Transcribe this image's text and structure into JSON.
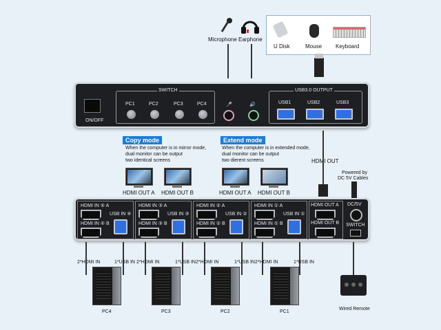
{
  "top_devices": {
    "microphone": "Microphone",
    "earphone": "Earphone",
    "udisk": "U Disk",
    "mouse": "Mouse",
    "keyboard": "Keyboard"
  },
  "front_panel": {
    "switch_title": "SWITCH",
    "pc_buttons": [
      "PC1",
      "PC2",
      "PC3",
      "PC4"
    ],
    "power": "ON/OFF",
    "usb_title": "USB3.0 OUTPUT",
    "usb_ports": [
      "USB1",
      "USB2",
      "USB3"
    ]
  },
  "copy_mode": {
    "title": "Copy mode",
    "desc": [
      "When the computer is in mirror mode,",
      "dual monitor can be output",
      "two identical screens"
    ],
    "out_a": "HDMI OUT A",
    "out_b": "HDMI OUT B"
  },
  "extend_mode": {
    "title": "Extend mode",
    "desc": [
      "When the computer is in extended mode,",
      "dual monitor can be output",
      "two dierent screens"
    ],
    "out_a": "HDMI OUT A",
    "out_b": "HDMI OUT B"
  },
  "hdmi_out_label": "HDMI OUT",
  "power_label": [
    "Powered by",
    "DC 5V Cables"
  ],
  "back_panel": {
    "groups": [
      {
        "a": "HDMI IN ④ A",
        "b": "HDMI IN ④ B",
        "usb": "USB IN ④"
      },
      {
        "a": "HDMI IN ③ A",
        "b": "HDMI IN ③ B",
        "usb": "USB IN ③"
      },
      {
        "a": "HDMI IN ② A",
        "b": "HDMI IN ② B",
        "usb": "USB IN ②"
      },
      {
        "a": "HDMI IN ① A",
        "b": "HDMI IN ① B",
        "usb": "USB IN ①"
      }
    ],
    "out_a": "HDMI OUT A",
    "out_b": "HDMI OUT B",
    "dc": "DC/5V",
    "switch": "SWITCH"
  },
  "pcs": [
    {
      "name": "PC4",
      "hdmi": "2*HDMI IN",
      "usb": "1*USB IN"
    },
    {
      "name": "PC3",
      "hdmi": "2*HDMI IN",
      "usb": "1*USB IN"
    },
    {
      "name": "PC2",
      "hdmi": "2*HDMI IN",
      "usb": "1*USB IN"
    },
    {
      "name": "PC1",
      "hdmi": "2*HDMI IN",
      "usb": "1*USB IN"
    }
  ],
  "wired_remote": "Wired Remote"
}
